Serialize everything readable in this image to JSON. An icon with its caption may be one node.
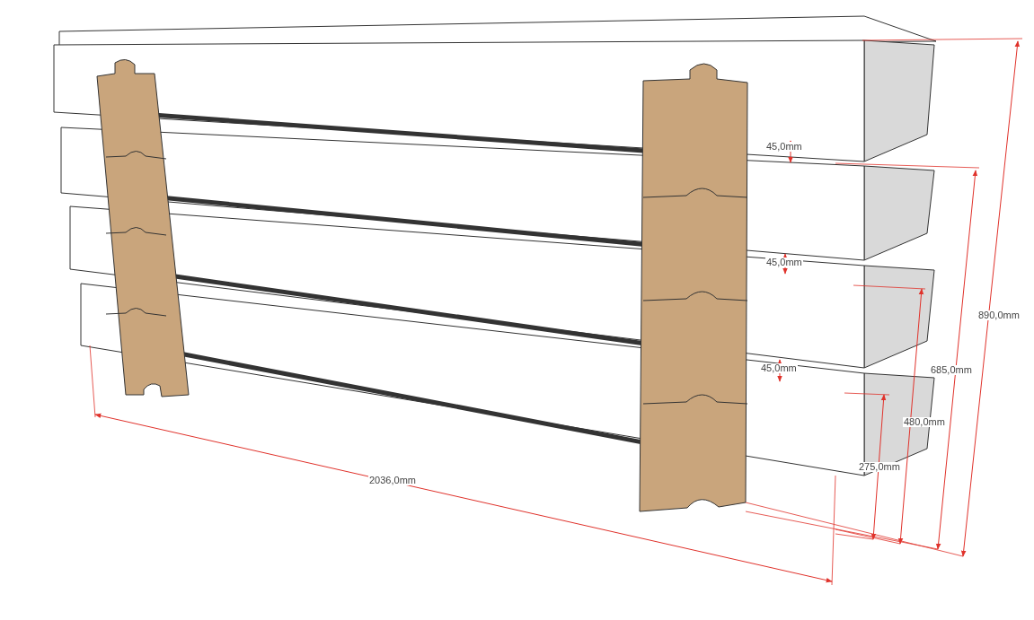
{
  "diagram": {
    "labels": [
      "45,0mm",
      "45,0mm",
      "45,0mm",
      "890,0mm",
      "685,0mm",
      "480,0mm",
      "275,0mm",
      "2036,0mm"
    ]
  }
}
